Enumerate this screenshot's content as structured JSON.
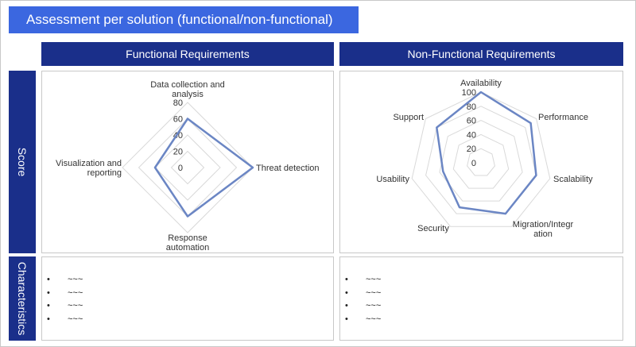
{
  "title": "Assessment per solution (functional/non-functional)",
  "columns": [
    "Functional  Requirements",
    "Non-Functional  Requirements"
  ],
  "rows": [
    "Score",
    "Characteristics"
  ],
  "chart_data": [
    {
      "type": "radar",
      "categories": [
        "Data collection and analysis",
        "Threat detection",
        "Response automation",
        "Visualization and reporting"
      ],
      "ticks": [
        "0",
        "20",
        "40",
        "60",
        "80"
      ],
      "rmax": 80,
      "values": [
        60,
        80,
        60,
        40
      ],
      "color": "#6b86c4"
    },
    {
      "type": "radar",
      "categories": [
        "Availability",
        "Performance",
        "Scalability",
        "Migration/Integration",
        "Security",
        "Usability",
        "Support"
      ],
      "ticks": [
        "0",
        "20",
        "40",
        "60",
        "80",
        "100"
      ],
      "rmax": 100,
      "values": [
        100,
        90,
        80,
        80,
        70,
        55,
        80
      ],
      "color": "#6b86c4"
    }
  ],
  "characteristics": {
    "functional": [
      "~~~",
      "~~~",
      "~~~",
      "~~~"
    ],
    "non_functional": [
      "~~~",
      "~~~",
      "~~~",
      "~~~"
    ]
  },
  "bullet_symbol": "•"
}
